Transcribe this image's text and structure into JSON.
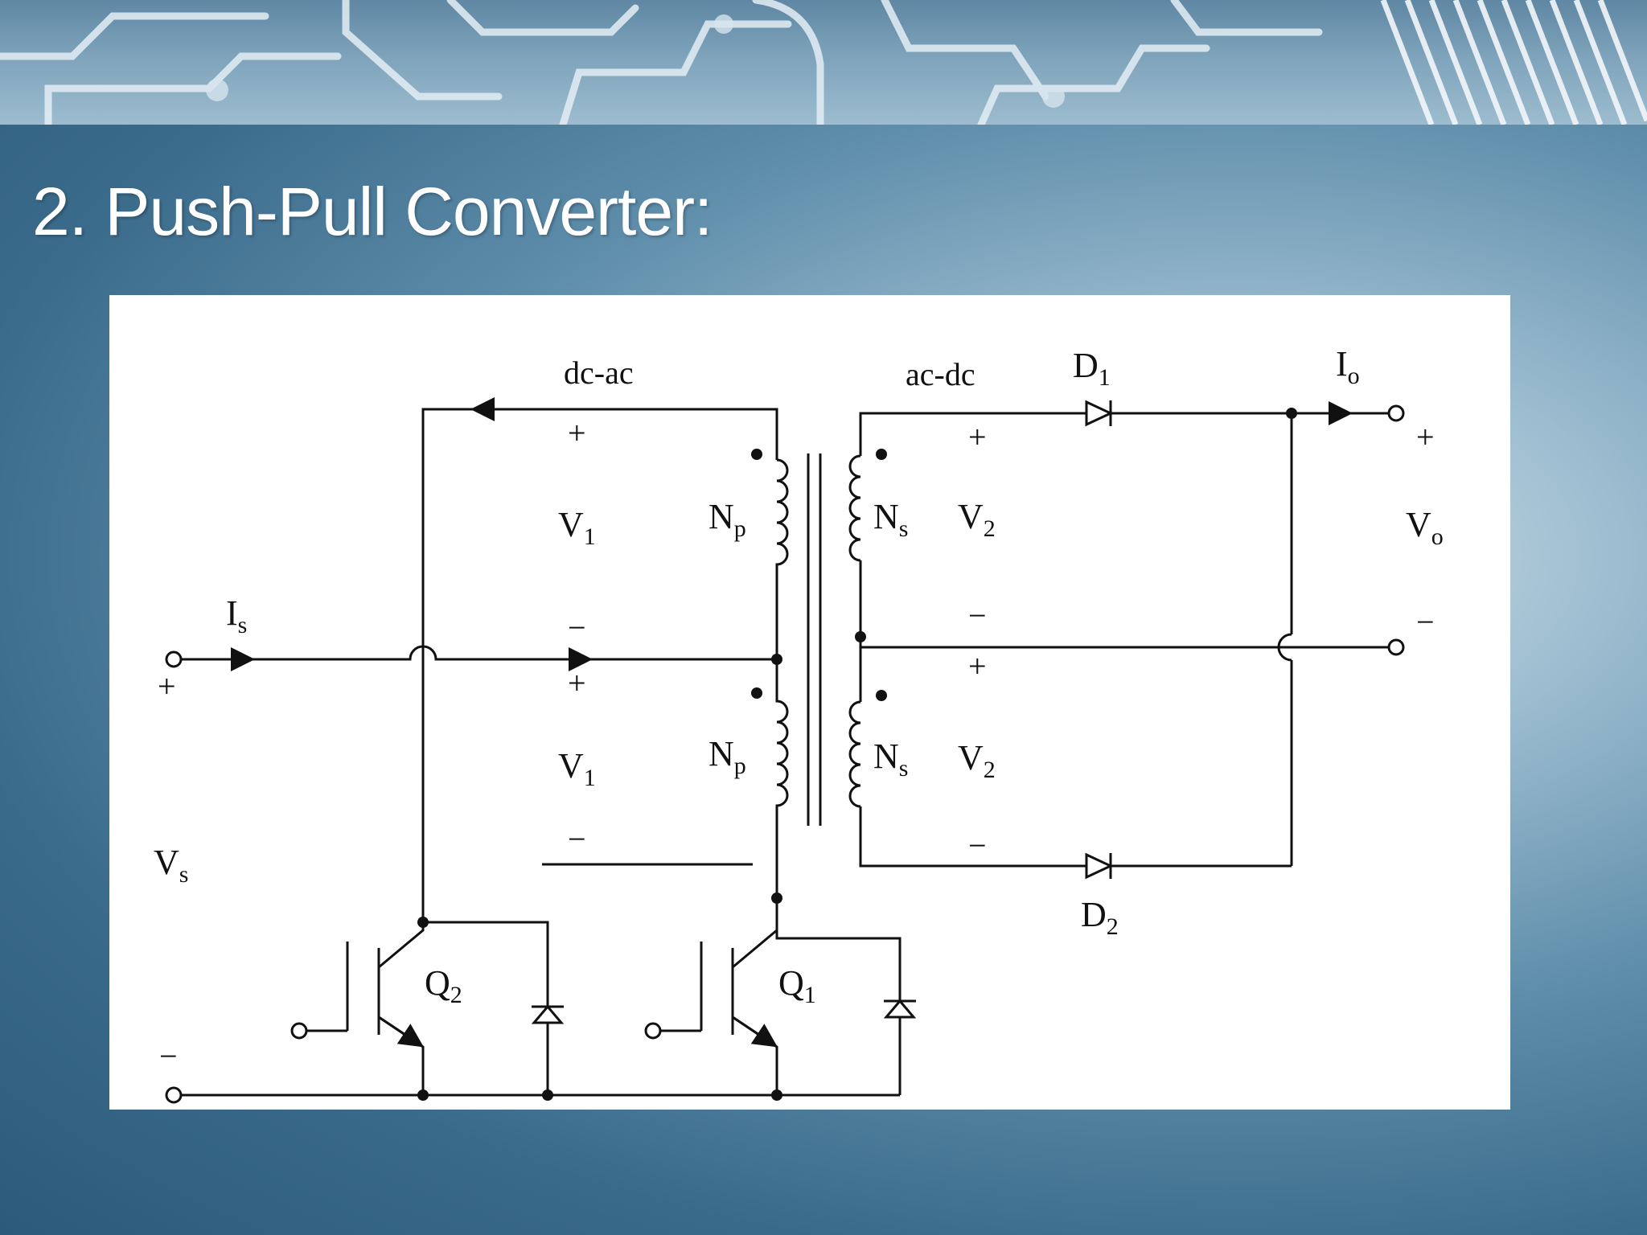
{
  "slide": {
    "title": "2. Push-Pull Converter:"
  },
  "circuit": {
    "labels": {
      "dc_ac": "dc-ac",
      "ac_dc": "ac-dc",
      "d1": "D",
      "d1_sub": "1",
      "d2": "D",
      "d2_sub": "2",
      "io": "I",
      "io_sub": "o",
      "is": "I",
      "is_sub": "s",
      "vs": "V",
      "vs_sub": "s",
      "vo": "V",
      "vo_sub": "o",
      "v1": "V",
      "v1_sub": "1",
      "v2": "V",
      "v2_sub": "2",
      "np": "N",
      "np_sub": "p",
      "ns": "N",
      "ns_sub": "s",
      "q1": "Q",
      "q1_sub": "1",
      "q2": "Q",
      "q2_sub": "2",
      "plus": "+",
      "minus": "−"
    }
  }
}
